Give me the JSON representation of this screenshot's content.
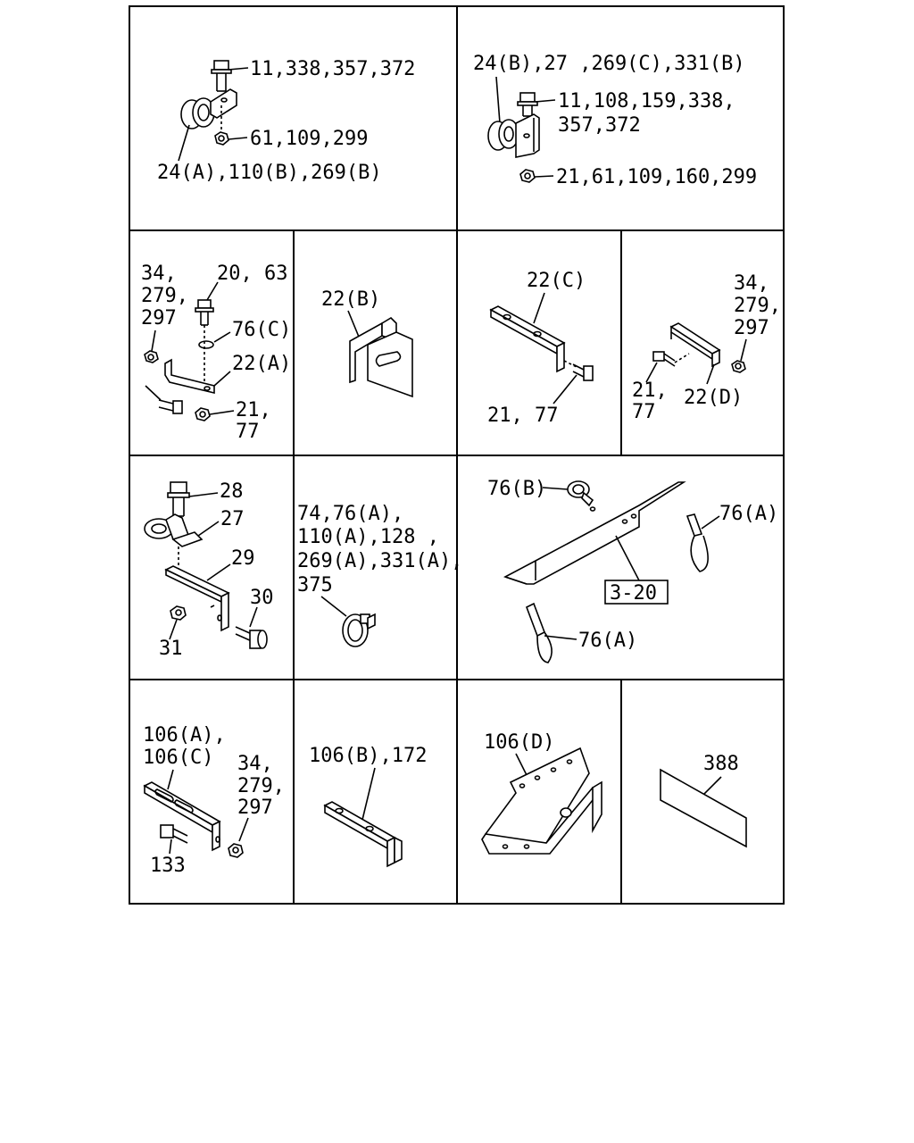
{
  "cells": {
    "c1": {
      "l1": "11,338,357,372",
      "l2": "61,109,299",
      "l3": "24(A),110(B),269(B)"
    },
    "c2": {
      "l1": "24(B),27 ,269(C),331(B)",
      "l2": "11,108,159,338,",
      "l3": "357,372",
      "l4": "21,61,109,160,299"
    },
    "c3": {
      "l1": "34,",
      "l2": "279,",
      "l3": "297",
      "l4": "20, 63",
      "l5": "76(C)",
      "l6": "22(A)",
      "l7": "21,",
      "l8": "77"
    },
    "c4": {
      "l1": "22(B)"
    },
    "c5": {
      "l1": "22(C)",
      "l2": "21, 77"
    },
    "c6": {
      "l1": "34,",
      "l2": "279,",
      "l3": "297",
      "l4": "21,",
      "l5": "77",
      "l6": "22(D)"
    },
    "c7": {
      "l1": "28",
      "l2": "27",
      "l3": "29",
      "l4": "30",
      "l5": "31"
    },
    "c8": {
      "l1": "74,76(A),",
      "l2": "110(A),128 ,",
      "l3": "269(A),331(A),",
      "l4": "375"
    },
    "c9": {
      "l1": "76(B)",
      "l2": "76(A)",
      "l3": "3-20",
      "l4": "76(A)"
    },
    "c10": {
      "l1": "106(A),",
      "l2": "106(C)",
      "l3": "34,",
      "l4": "279,",
      "l5": "297",
      "l6": "133"
    },
    "c11": {
      "l1": "106(B),172"
    },
    "c12": {
      "l1": "106(D)"
    },
    "c13": {
      "l1": "388"
    }
  }
}
